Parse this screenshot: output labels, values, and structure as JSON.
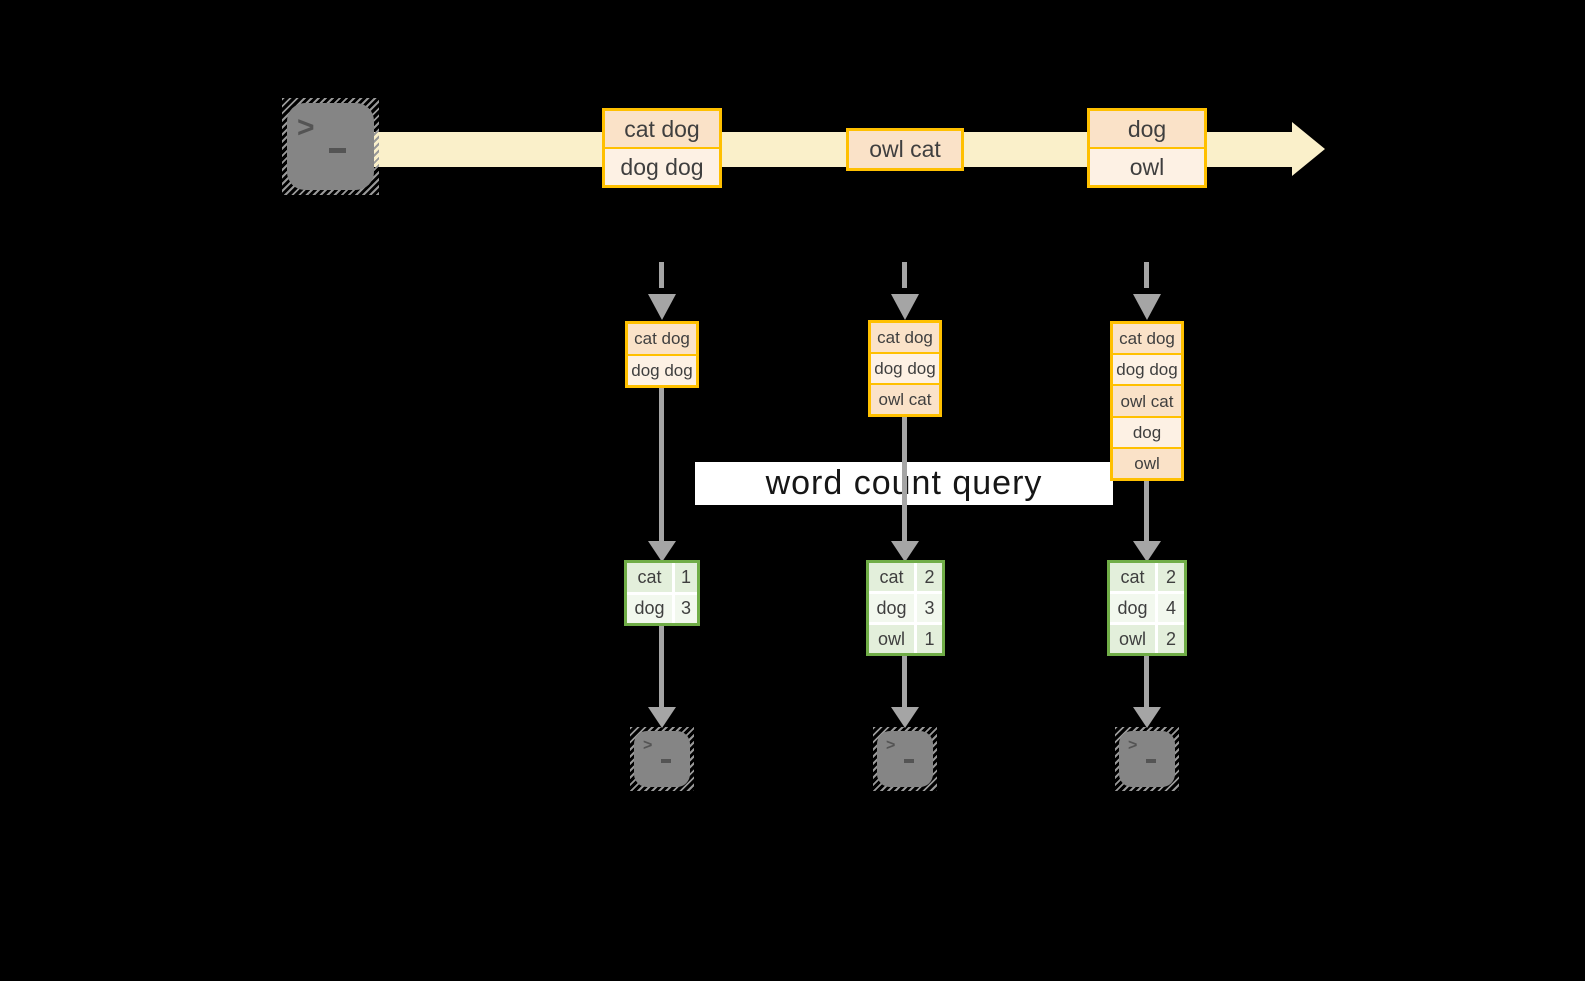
{
  "icons": {
    "prompt_chevron": ">"
  },
  "banner": {
    "label": "word count query"
  },
  "stream": {
    "source_icon": "terminal-icon",
    "events": [
      {
        "rows": [
          "cat dog",
          "dog dog"
        ]
      },
      {
        "rows": [
          "owl cat"
        ]
      },
      {
        "rows": [
          "dog",
          "owl"
        ]
      }
    ]
  },
  "columns": [
    {
      "buffer": [
        "cat dog",
        "dog dog"
      ],
      "counts": [
        {
          "word": "cat",
          "count": "1"
        },
        {
          "word": "dog",
          "count": "3"
        }
      ],
      "sink_icon": "terminal-icon"
    },
    {
      "buffer": [
        "cat dog",
        "dog dog",
        "owl cat"
      ],
      "counts": [
        {
          "word": "cat",
          "count": "2"
        },
        {
          "word": "dog",
          "count": "3"
        },
        {
          "word": "owl",
          "count": "1"
        }
      ],
      "sink_icon": "terminal-icon"
    },
    {
      "buffer": [
        "cat dog",
        "dog dog",
        "owl cat",
        "dog",
        "owl"
      ],
      "counts": [
        {
          "word": "cat",
          "count": "2"
        },
        {
          "word": "dog",
          "count": "4"
        },
        {
          "word": "owl",
          "count": "2"
        }
      ],
      "sink_icon": "terminal-icon"
    }
  ],
  "colors": {
    "background": "#000000",
    "stream_band": "#FAF0CA",
    "event_border": "#FFC000",
    "event_fill_dark": "#FAE2C8",
    "event_fill_light": "#FDF1E4",
    "table_border": "#70AD47",
    "table_fill_dark": "#E3EFDB",
    "table_fill_light": "#F2F8EE",
    "arrow_gray": "#A5A5A5",
    "banner_bg": "#FFFFFF",
    "text": "#3F3F3F"
  }
}
